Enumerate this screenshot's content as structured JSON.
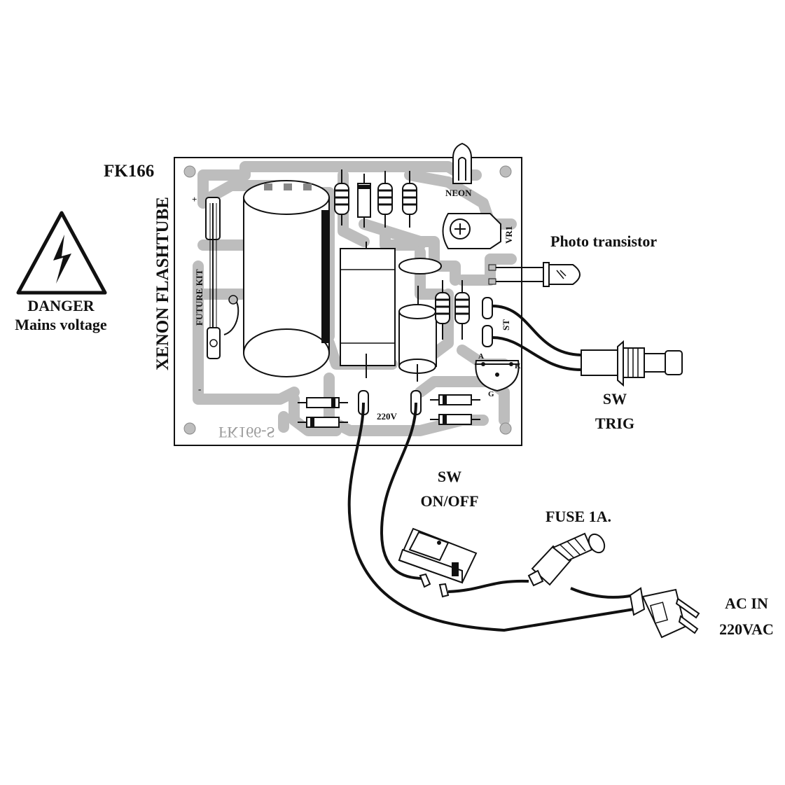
{
  "title": "FK166",
  "warning": {
    "line1": "DANGER",
    "line2": "Mains voltage",
    "icon": "high-voltage-icon"
  },
  "board": {
    "vertical_label": "XENON FLASHTUBE",
    "logo_text": "FUTURE KIT",
    "silkscreen_code": "FK166-S",
    "neon_label": "NEON",
    "vr_label": "VR1",
    "st_label": "ST",
    "v220_label": "220V",
    "plus_label": "+",
    "minus_label": "-",
    "scr_pins": {
      "a": "A",
      "k": "K",
      "g": "G"
    }
  },
  "callouts": {
    "photo_transistor": "Photo transistor",
    "sw_trig_line1": "SW",
    "sw_trig_line2": "TRIG",
    "sw_onoff_line1": "SW",
    "sw_onoff_line2": "ON/OFF",
    "fuse": "FUSE 1A.",
    "ac_in_line1": "AC IN",
    "ac_in_line2": "220VAC"
  },
  "colors": {
    "ink": "#111111",
    "trace": "#bdbdbd",
    "board": "#ffffff"
  }
}
